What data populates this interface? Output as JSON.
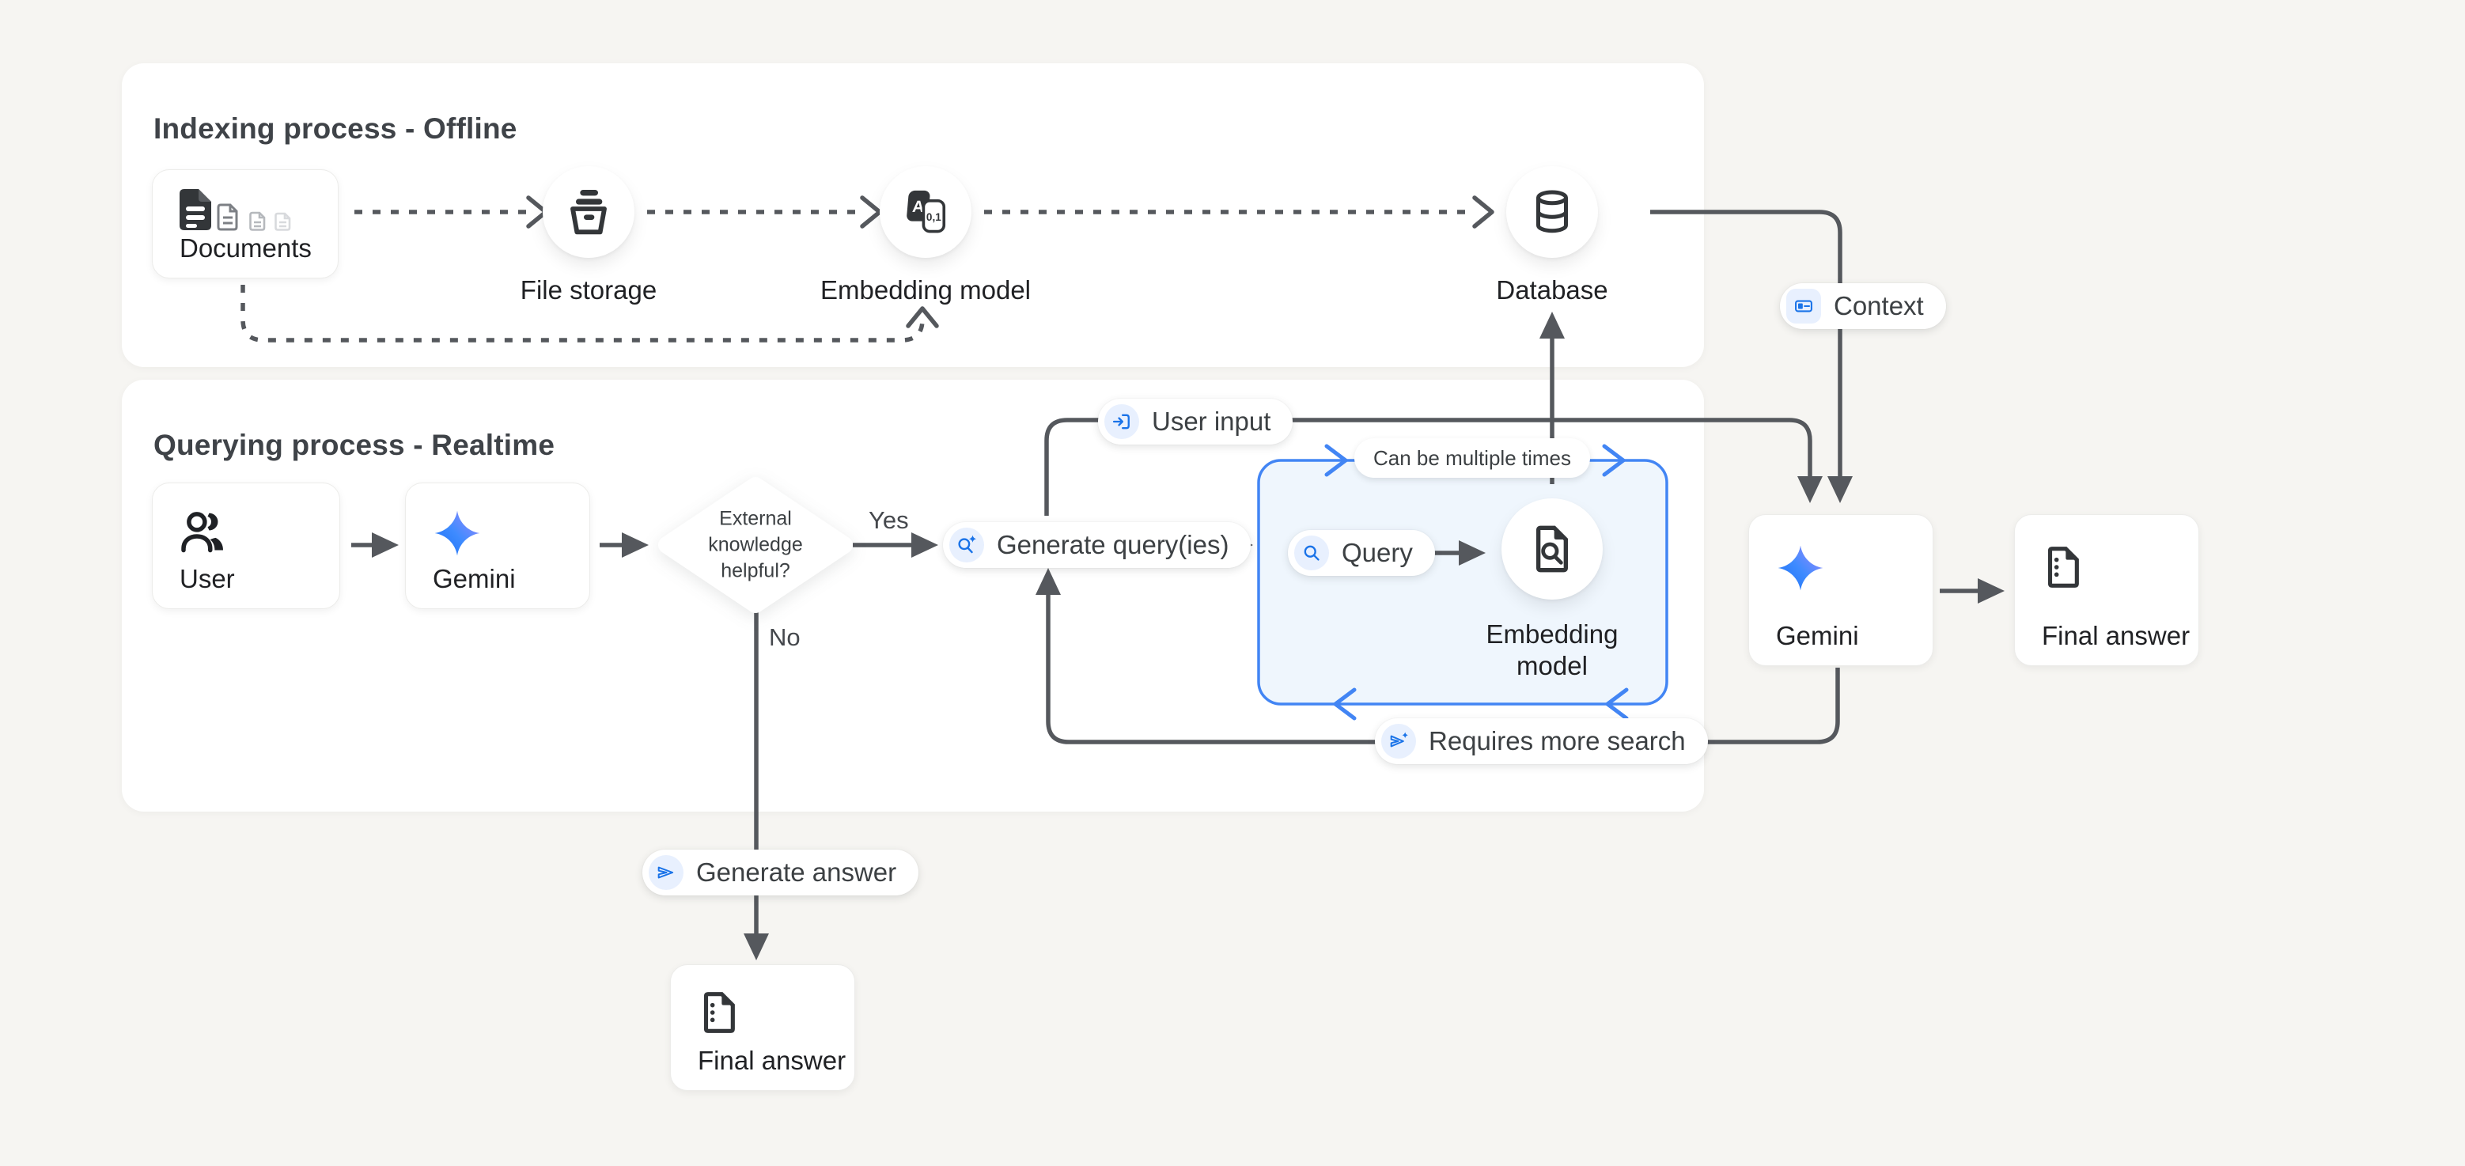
{
  "colors": {
    "page_bg": "#f6f5f2",
    "panel_bg": "#ffffff",
    "wire_gray": "#55585d",
    "accent_blue": "#1a73e8",
    "box_blue": "#4285f4",
    "box_blue_fill": "#eff6fd",
    "chip_blue_bg": "#e8f0fe",
    "icon_dark": "#333639"
  },
  "panels": {
    "indexing": {
      "title": "Indexing process - Offline"
    },
    "querying": {
      "title": "Querying process - Realtime"
    }
  },
  "nodes": {
    "documents": {
      "label": "Documents",
      "icon": "documents-icon"
    },
    "file_storage": {
      "label": "File storage",
      "icon": "storage-bucket-icon"
    },
    "embedding_offline": {
      "label": "Embedding model",
      "icon": "translate-numbers-icon"
    },
    "database": {
      "label": "Database",
      "icon": "database-icon"
    },
    "user": {
      "label": "User",
      "icon": "users-icon"
    },
    "gemini_query": {
      "label": "Gemini",
      "icon": "gemini-spark-icon"
    },
    "decision": {
      "question": "External knowledge helpful?",
      "yes": "Yes",
      "no": "No"
    },
    "generate_queries": {
      "label": "Generate query(ies)",
      "icon": "search-spark-icon"
    },
    "loop_box": {
      "label": "Can be multiple times"
    },
    "query": {
      "label": "Query",
      "icon": "search-icon"
    },
    "embedding_realtime": {
      "label": "Embedding model",
      "icon": "document-search-icon"
    },
    "user_input": {
      "label": "User input",
      "icon": "input-icon"
    },
    "context": {
      "label": "Context",
      "icon": "context-panel-icon"
    },
    "requires_more_search": {
      "label": "Requires more search",
      "icon": "send-spark-icon"
    },
    "gemini_answer": {
      "label": "Gemini",
      "icon": "gemini-spark-icon"
    },
    "final_answer_right": {
      "label": "Final answer",
      "icon": "document-icon"
    },
    "generate_answer": {
      "label": "Generate answer",
      "icon": "send-icon"
    },
    "final_answer_bottom": {
      "label": "Final answer",
      "icon": "document-icon"
    }
  }
}
